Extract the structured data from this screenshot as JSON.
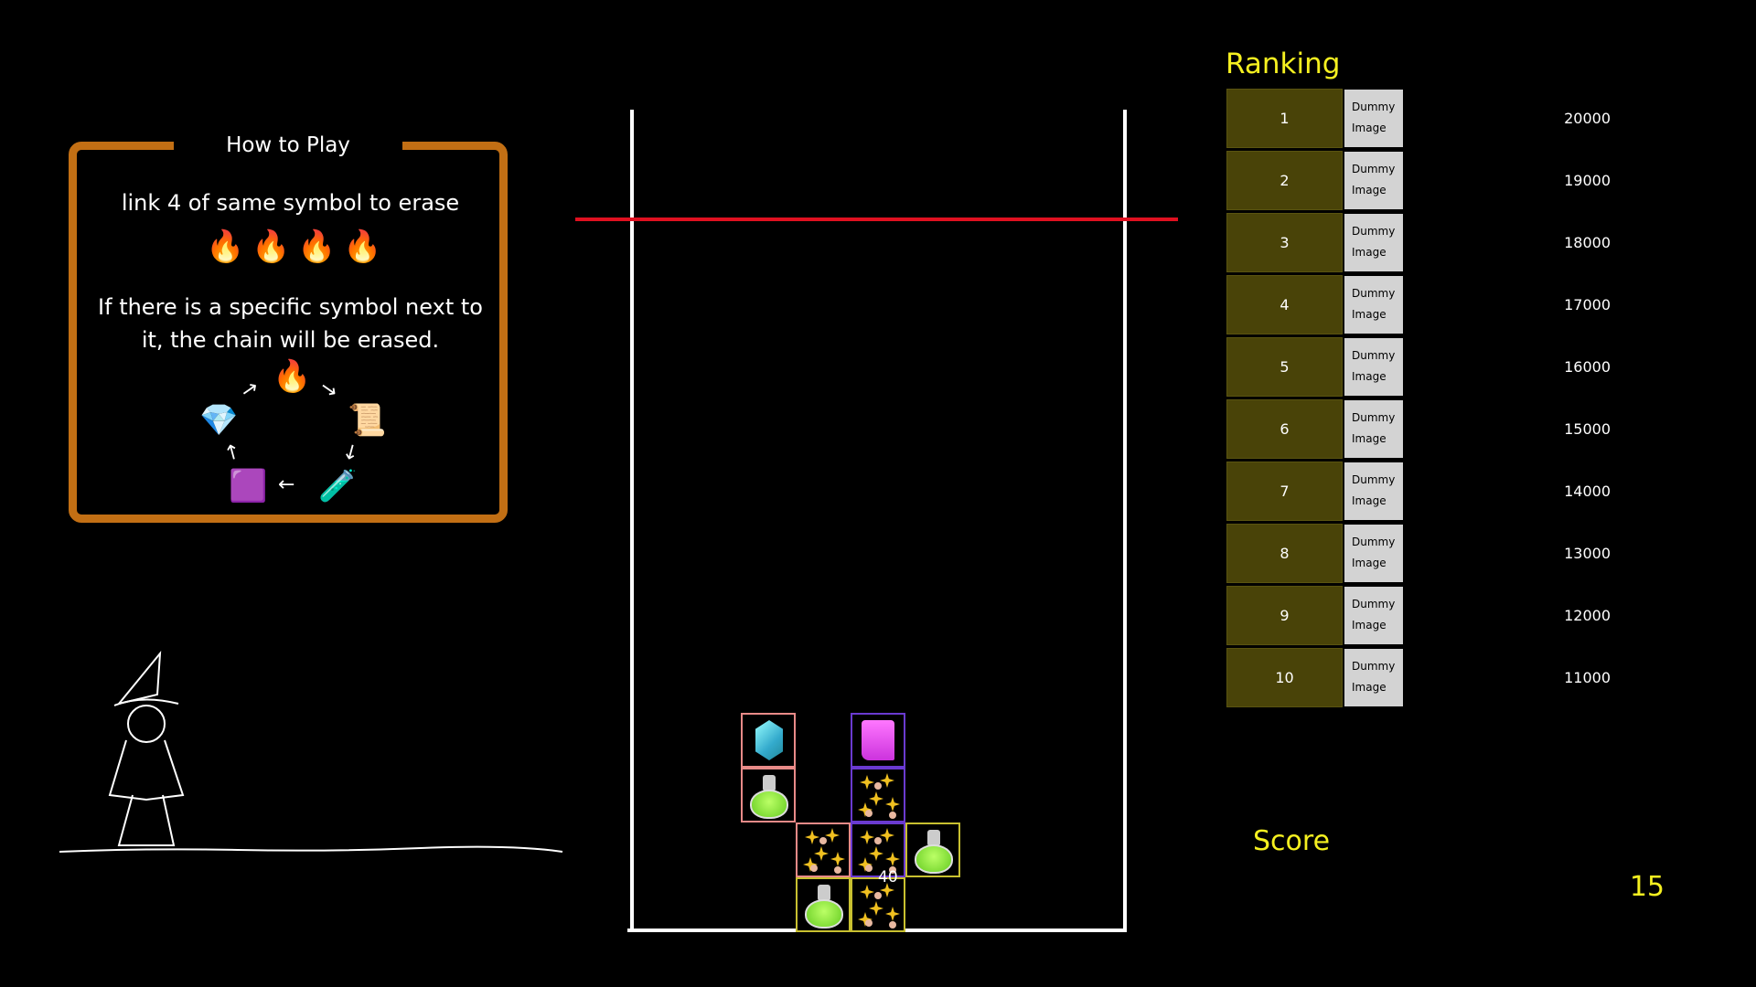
{
  "how_to_play": {
    "title": "How to Play",
    "rule1": "link 4 of same symbol to erase",
    "rule2_line1": "If there is a specific symbol next to",
    "rule2_line2": "it, the chain will be erased."
  },
  "board": {
    "chain_label": "40"
  },
  "ranking": {
    "title": "Ranking",
    "image_line1": "Dummy",
    "image_line2": "Image",
    "entries": [
      {
        "rank": "1",
        "score": "20000"
      },
      {
        "rank": "2",
        "score": "19000"
      },
      {
        "rank": "3",
        "score": "18000"
      },
      {
        "rank": "4",
        "score": "17000"
      },
      {
        "rank": "5",
        "score": "16000"
      },
      {
        "rank": "6",
        "score": "15000"
      },
      {
        "rank": "7",
        "score": "14000"
      },
      {
        "rank": "8",
        "score": "13000"
      },
      {
        "rank": "9",
        "score": "12000"
      },
      {
        "rank": "10",
        "score": "11000"
      }
    ]
  },
  "score": {
    "label": "Score",
    "value": "15"
  },
  "colors": {
    "accent": "#f5f020",
    "frame": "#c26f14",
    "danger_line": "#e01020",
    "rank_bg": "#494308"
  }
}
